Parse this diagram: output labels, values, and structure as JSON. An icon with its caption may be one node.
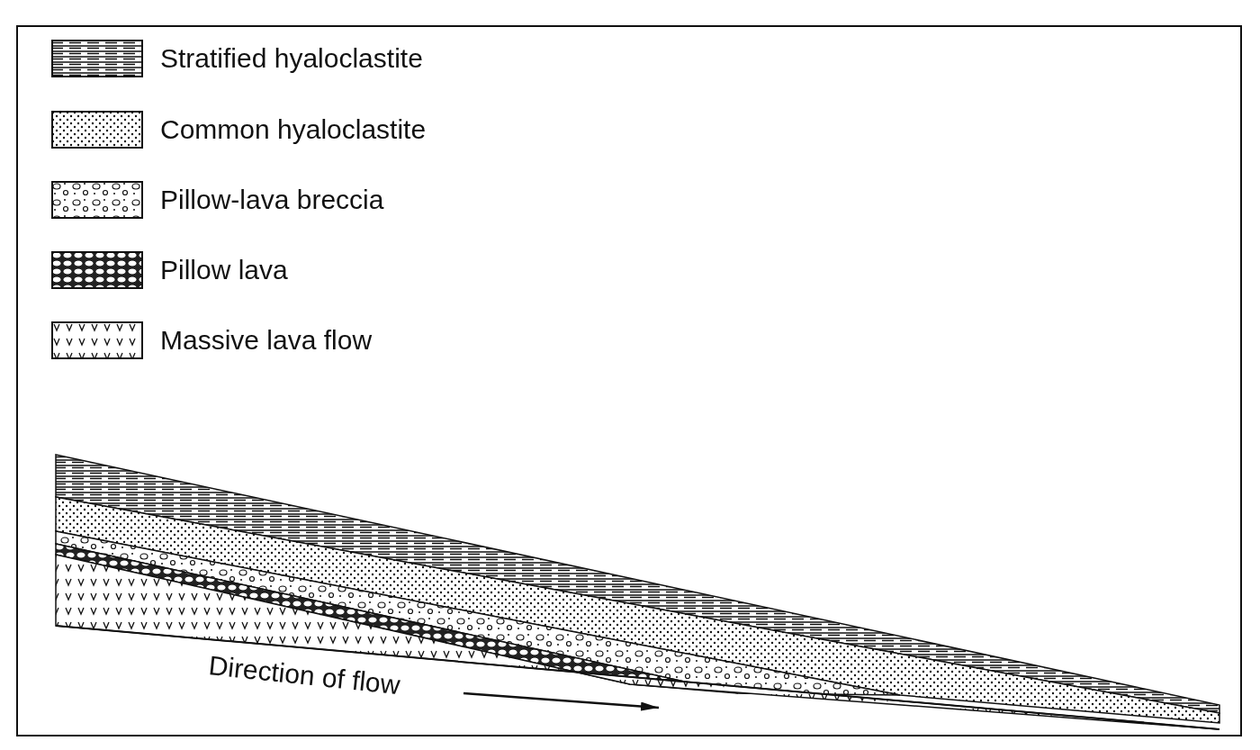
{
  "diagram": {
    "labels": [
      "Direction of flow"
    ],
    "legend": [
      {
        "text": "Stratified hyaloclastite"
      },
      {
        "text": "Common hyaloclastite"
      },
      {
        "text": "Pillow-lava breccia"
      },
      {
        "text": "Pillow lava"
      },
      {
        "text": "Massive lava flow"
      }
    ]
  }
}
